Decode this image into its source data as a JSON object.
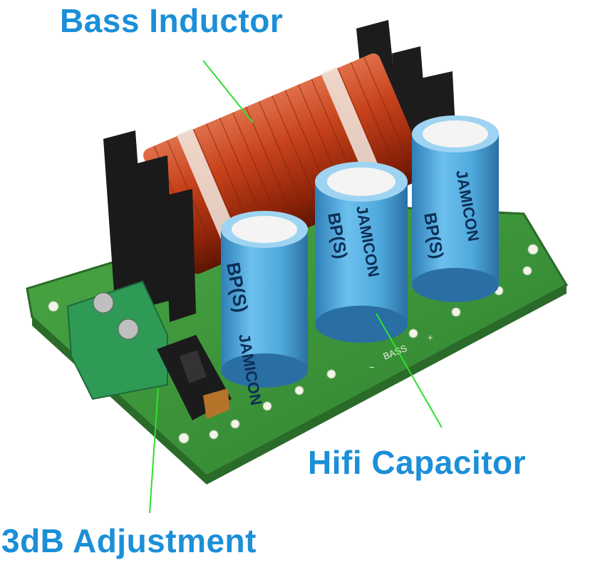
{
  "labels": {
    "inductor": "Bass Inductor",
    "capacitor": "Hifi Capacitor",
    "adjustment": "3dB Adjustment"
  },
  "capacitor_markings": {
    "brand": "JAMICON",
    "type": "BP(S)"
  },
  "board_markings": {
    "bass": "BASS",
    "minus": "−",
    "plus": "+"
  },
  "colors": {
    "label_text": "#1b8fd8",
    "callout_line": "#2ee02e",
    "pcb": "#3f9a3a",
    "copper_coil": "#c0401a",
    "capacitor": "#4fa8dc"
  }
}
